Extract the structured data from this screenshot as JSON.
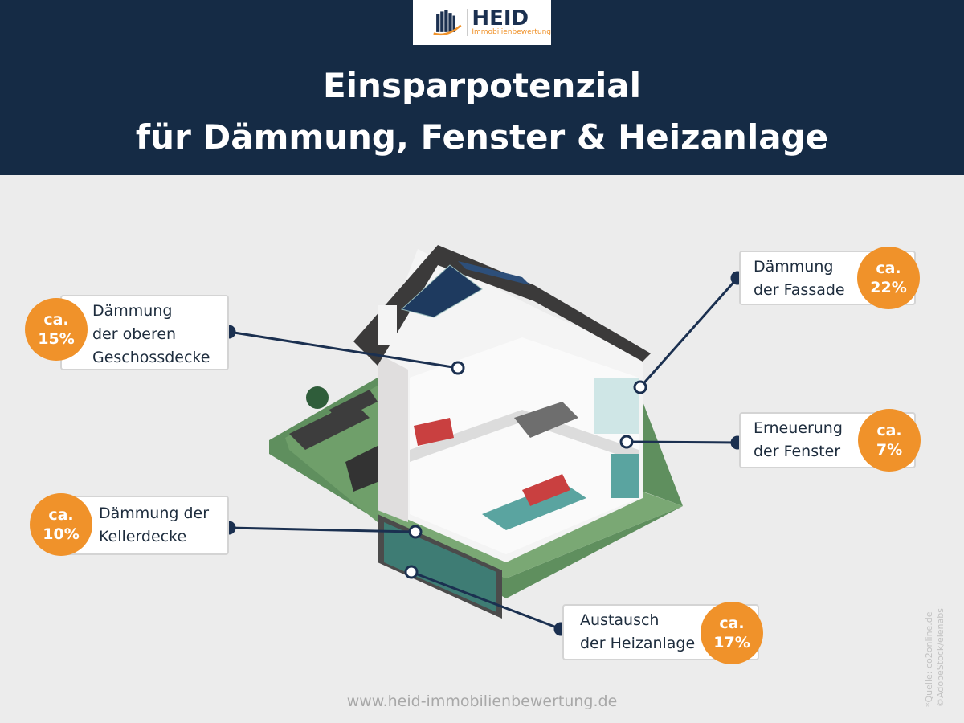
{
  "logo": {
    "name": "HEID",
    "subtitle": "Immobilienbewertung"
  },
  "title": {
    "line1": "Einsparpotenzial",
    "line2": "für Dämmung, Fenster & Heizanlage"
  },
  "callouts": [
    {
      "line1": "Dämmung",
      "line2": "der oberen",
      "line3": "Geschossdecke",
      "badge_top": "ca.",
      "badge_value": "15%"
    },
    {
      "line1": "Dämmung",
      "line2": "der Fassade",
      "badge_top": "ca.",
      "badge_value": "22%"
    },
    {
      "line1": "Erneuerung",
      "line2": "der Fenster",
      "badge_top": "ca.",
      "badge_value": "7%"
    },
    {
      "line1": "Dämmung der",
      "line2": "Kellerdecke",
      "badge_top": "ca.",
      "badge_value": "10%"
    },
    {
      "line1": "Austausch",
      "line2": "der Heizanlage",
      "badge_top": "ca.",
      "badge_value": "17%"
    }
  ],
  "footer": {
    "url": "www.heid-immobilienbewertung.de"
  },
  "source": {
    "line1": "*Quelle: co2online.de",
    "line2": "©AdobeStock/elenabsl"
  },
  "colors": {
    "navy": "#152b45",
    "orange": "#f0922a",
    "background": "#ececec"
  }
}
